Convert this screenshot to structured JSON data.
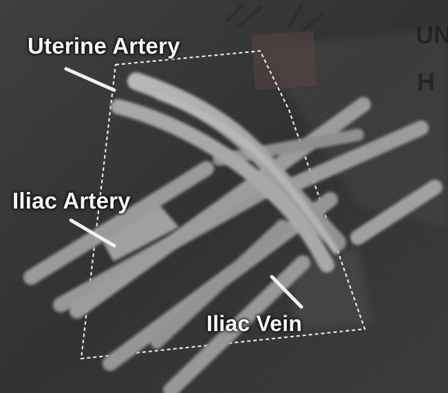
{
  "labels": {
    "uterine_artery": "Uterine Artery",
    "iliac_artery": "Iliac Artery",
    "iliac_vein": "Iliac Vein"
  },
  "watermark": {
    "line_1": "UN",
    "line_2": "H"
  },
  "colors": {
    "background": "#1c1c1c",
    "vessel": "#9c9c9c",
    "uterine_vessel": "#b4b4b4",
    "label_text": "#f7f7f7",
    "scan_boundary": "#e8e8e8"
  }
}
